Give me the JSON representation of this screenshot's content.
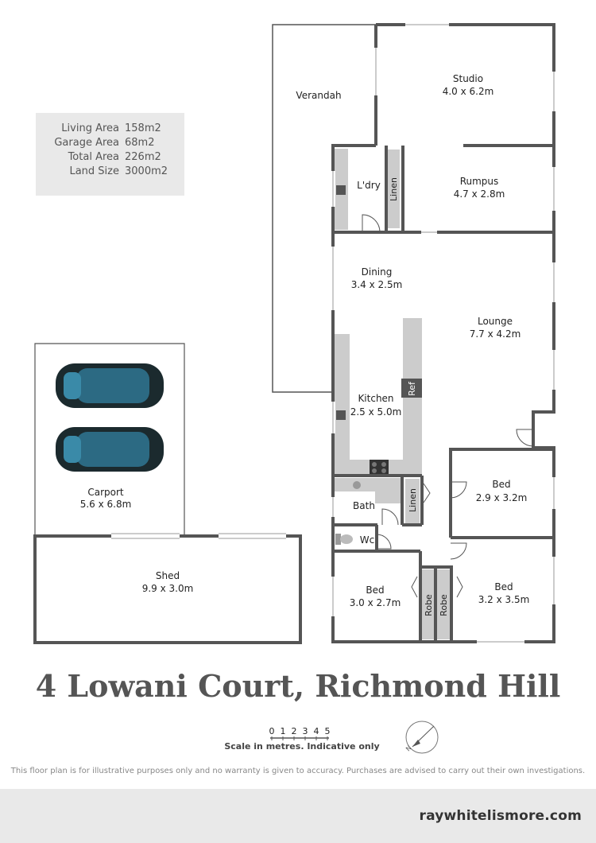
{
  "summary": {
    "rows": [
      {
        "label": "Living Area",
        "value": "158m2"
      },
      {
        "label": "Garage Area",
        "value": "68m2"
      },
      {
        "label": "Total Area",
        "value": "226m2"
      },
      {
        "label": "Land Size",
        "value": "3000m2"
      }
    ]
  },
  "rooms": {
    "verandah": {
      "name": "Verandah"
    },
    "studio": {
      "name": "Studio",
      "size": "4.0 x 6.2m"
    },
    "laundry": {
      "name": "L'dry"
    },
    "linen_top": {
      "name": "Linen"
    },
    "rumpus": {
      "name": "Rumpus",
      "size": "4.7 x 2.8m"
    },
    "dining": {
      "name": "Dining",
      "size": "3.4 x 2.5m"
    },
    "lounge": {
      "name": "Lounge",
      "size": "7.7 x 4.2m"
    },
    "kitchen": {
      "name": "Kitchen",
      "size": "2.5 x 5.0m"
    },
    "ref": {
      "name": "Ref"
    },
    "carport": {
      "name": "Carport",
      "size": "5.6 x  6.8m"
    },
    "bath": {
      "name": "Bath"
    },
    "linen_mid": {
      "name": "Linen"
    },
    "bed1": {
      "name": "Bed",
      "size": "2.9 x 3.2m"
    },
    "wc": {
      "name": "Wc"
    },
    "shed": {
      "name": "Shed",
      "size": "9.9 x  3.0m"
    },
    "bed2": {
      "name": "Bed",
      "size": "3.0 x 2.7m"
    },
    "robe1": {
      "name": "Robe"
    },
    "robe2": {
      "name": "Robe"
    },
    "bed3": {
      "name": "Bed",
      "size": "3.2 x 3.5m"
    }
  },
  "address": "4 Lowani Court, Richmond Hill",
  "scale": {
    "ticks": [
      "0",
      "1",
      "2",
      "3",
      "4",
      "5"
    ],
    "caption": "Scale in metres. Indicative only"
  },
  "compass": {
    "label": "N"
  },
  "disclaimer": "This floor plan is for illustrative purposes only and no warranty is given to accuracy. Purchases are advised to carry out their own investigations.",
  "footer": {
    "website": "raywhitelismore.com"
  },
  "colors": {
    "wall": "#555555",
    "fixture": "#cccccc",
    "panel": "#e9e9e9",
    "car": "#2c6a83"
  }
}
